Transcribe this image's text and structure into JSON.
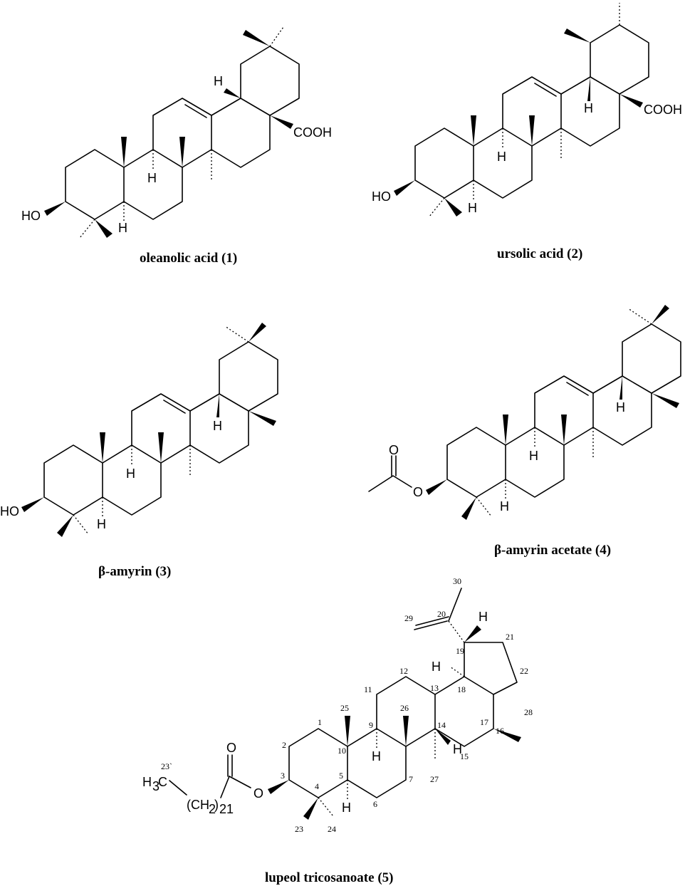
{
  "compounds": [
    {
      "caption": "oleanolic acid (1)",
      "labels": {
        "hydroxyl": "HO",
        "acid": "COOH",
        "h": "H"
      }
    },
    {
      "caption": "ursolic acid (2)",
      "labels": {
        "hydroxyl": "HO",
        "acid": "COOH",
        "h": "H"
      }
    },
    {
      "caption": "β-amyrin (3)",
      "labels": {
        "hydroxyl": "HO",
        "h": "H"
      }
    },
    {
      "caption": "β-amyrin acetate (4)",
      "labels": {
        "carbonyl_o": "O",
        "ester_o": "O",
        "h": "H"
      }
    },
    {
      "caption": "lupeol tricosanoate (5)",
      "labels": {
        "carbonyl_o": "O",
        "ester_o": "O",
        "h": "H",
        "methyl_h": "H",
        "methyl_sub": "3",
        "methyl_c": "C",
        "chain_open": "(CH",
        "chain_sub": "2",
        "chain_close": ")",
        "chain_count": "21",
        "chain_label": "23`"
      },
      "carbon_numbers": [
        "1",
        "2",
        "3",
        "4",
        "5",
        "6",
        "7",
        "9",
        "10",
        "11",
        "12",
        "13",
        "14",
        "15",
        "16",
        "17",
        "18",
        "19",
        "20",
        "21",
        "22",
        "23",
        "24",
        "25",
        "26",
        "27",
        "28",
        "29",
        "30"
      ]
    }
  ]
}
